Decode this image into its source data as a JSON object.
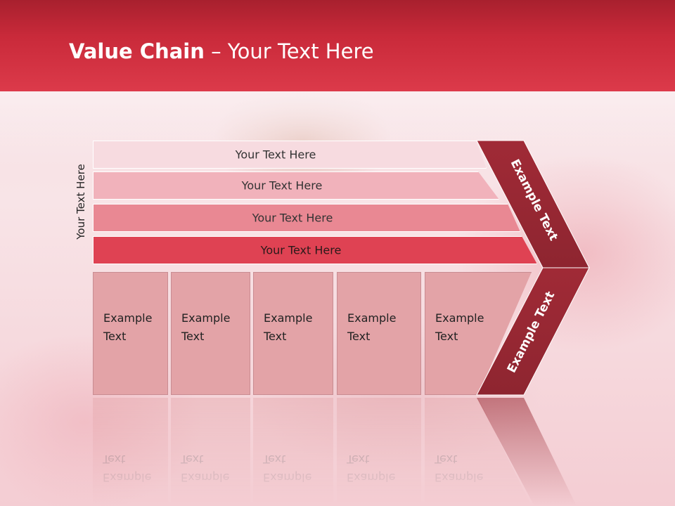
{
  "slide": {
    "title_bold": "Value Chain",
    "title_rest": " – Your Text Here",
    "side_label": "Your Text Here"
  },
  "bands": [
    {
      "label": "Your Text Here",
      "color": "#f7dbe0"
    },
    {
      "label": "Your Text Here",
      "color": "#f1b2bb"
    },
    {
      "label": "Your Text Here",
      "color": "#e98893"
    },
    {
      "label": "Your Text Here",
      "color": "#df4253"
    }
  ],
  "columns": [
    {
      "line1": "Example",
      "line2": "Text"
    },
    {
      "line1": "Example",
      "line2": "Text"
    },
    {
      "line1": "Example",
      "line2": "Text"
    },
    {
      "line1": "Example",
      "line2": "Text"
    },
    {
      "line1": "Example",
      "line2": "Text"
    }
  ],
  "chevrons": {
    "upper": "Example Text",
    "lower": "Example Text",
    "color": "#9b2a34"
  },
  "colors": {
    "header": "#c92a3a",
    "column_fill": "#e3a3a7"
  }
}
